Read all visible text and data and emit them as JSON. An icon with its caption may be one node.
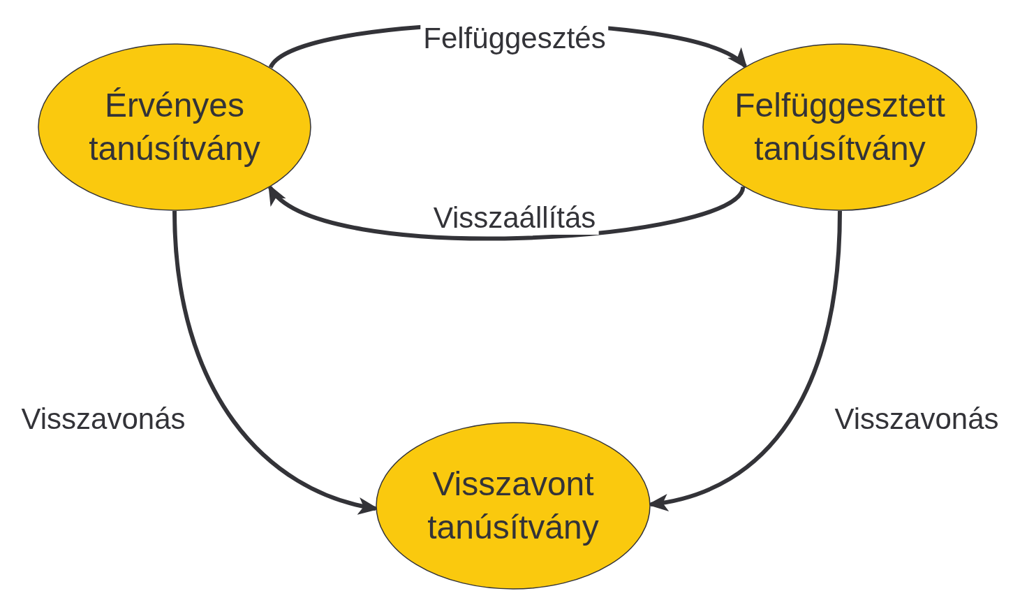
{
  "diagram": {
    "nodes": [
      {
        "text": [
          "Érvényes tanúsítvány"
        ]
      },
      {
        "text": [
          "Felfüggesztett tanúsítvány"
        ]
      },
      {
        "text": [
          "Visszavont tanúsítvány"
        ]
      }
    ],
    "edges": [
      {
        "from": 0,
        "to": 1,
        "arrow": "to",
        "label": "Felfüggesztés"
      },
      {
        "from": 1,
        "to": 0,
        "arrow": "to",
        "label": "Visszaállítás"
      },
      {
        "from": 0,
        "to": 2,
        "arrow": "to",
        "label": "Visszavonás"
      },
      {
        "from": 1,
        "to": 2,
        "arrow": "to",
        "label": "Visszavonás"
      }
    ]
  }
}
